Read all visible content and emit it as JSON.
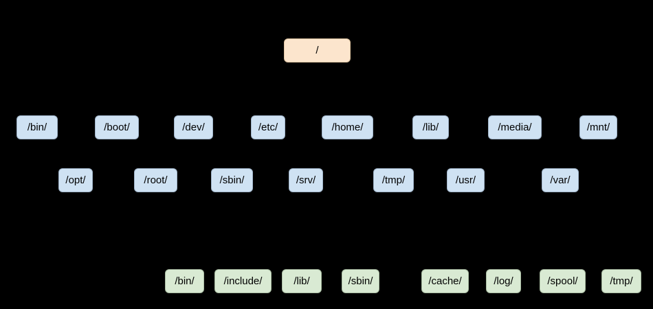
{
  "colors": {
    "background": "#000000",
    "text": "#000000",
    "root_fill": "#fce5cd",
    "root_border": "#e0c5a3",
    "level1_fill": "#cfe2f3",
    "level1_border": "#9fb3c8",
    "level2_fill": "#d9ead3",
    "level2_border": "#a9bca2"
  },
  "nodes": {
    "root": "/",
    "row1": [
      "/bin/",
      "/boot/",
      "/dev/",
      "/etc/",
      "/home/",
      "/lib/",
      "/media/",
      "/mnt/"
    ],
    "row2": [
      "/opt/",
      "/root/",
      "/sbin/",
      "/srv/",
      "/tmp/",
      "/usr/",
      "/var/"
    ],
    "row3": [
      "/bin/",
      "/include/",
      "/lib/",
      "/sbin/",
      "/cache/",
      "/log/",
      "/spool/",
      "/tmp/"
    ]
  }
}
